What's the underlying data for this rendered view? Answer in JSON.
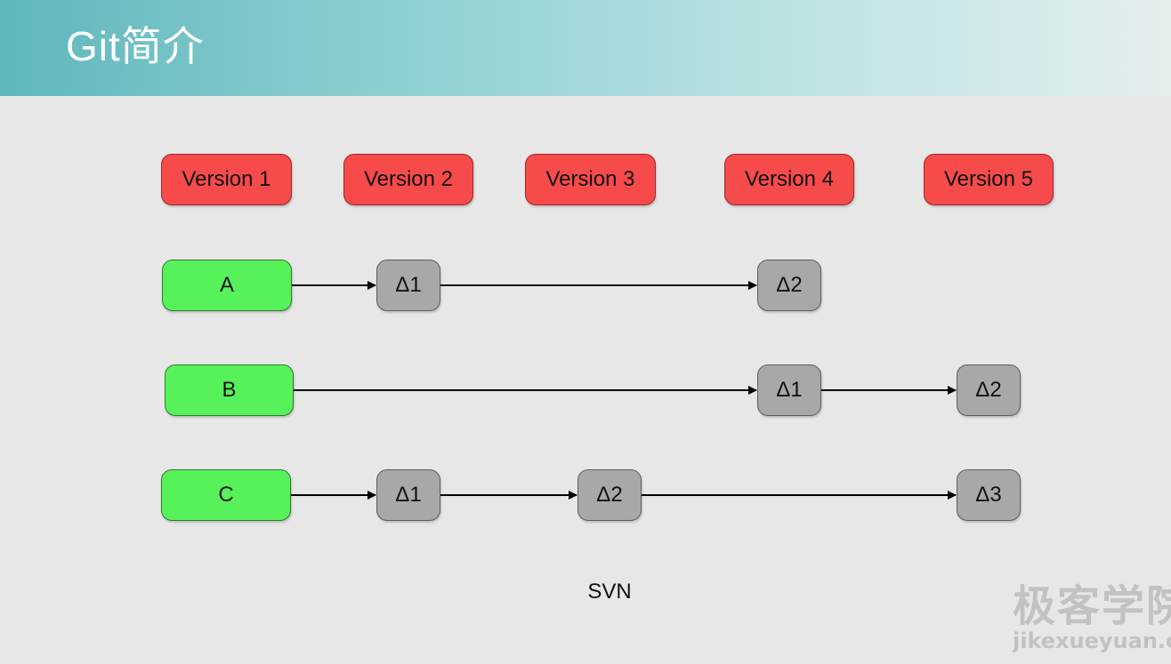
{
  "slide": {
    "title": "Git简介",
    "caption": "SVN"
  },
  "versions": [
    "Version 1",
    "Version 2",
    "Version 3",
    "Version 4",
    "Version 5"
  ],
  "files": [
    {
      "name": "A",
      "deltas": [
        {
          "label": "Δ1",
          "version": 2
        },
        {
          "label": "Δ2",
          "version": 4
        }
      ]
    },
    {
      "name": "B",
      "deltas": [
        {
          "label": "Δ1",
          "version": 4
        },
        {
          "label": "Δ2",
          "version": 5
        }
      ]
    },
    {
      "name": "C",
      "deltas": [
        {
          "label": "Δ1",
          "version": 2
        },
        {
          "label": "Δ2",
          "version": 3
        },
        {
          "label": "Δ3",
          "version": 5
        }
      ]
    }
  ],
  "watermark": {
    "logo_text": "极客学院",
    "url": "jikexueyuan.com"
  },
  "colors": {
    "version_box": "#f74a4a",
    "file_box": "#57f25a",
    "delta_box": "#a8a8a8",
    "header_gradient_start": "#5fb7bc"
  }
}
